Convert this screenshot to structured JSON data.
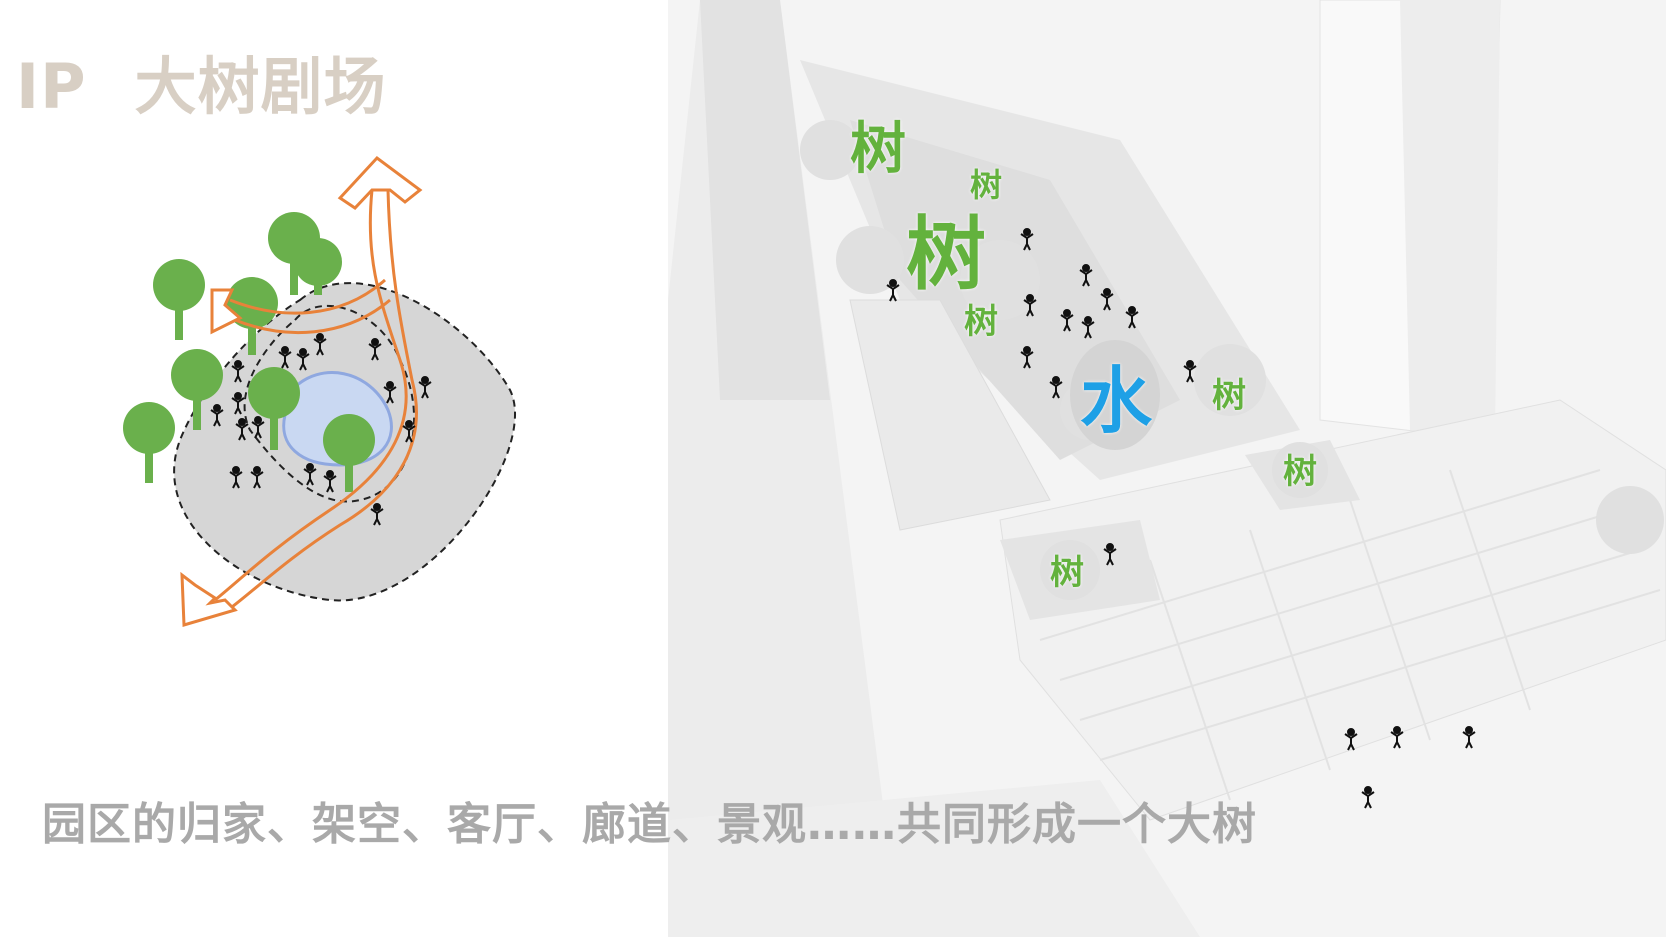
{
  "title": {
    "prefix": "IP",
    "main": "大树剧场"
  },
  "caption": "园区的归家、架空、客厅、廊道、景观……共同形成一个大树",
  "photo_labels": {
    "tree": "树",
    "water": "水"
  },
  "colors": {
    "title": "#d8cfc4",
    "caption": "#a9a9a9",
    "tree_green": "#6ab04c",
    "water_blue": "#1ea0e6",
    "path_orange": "#e8823a",
    "zone_gray": "#d6d6d6",
    "pond_fill": "#c9d8f2",
    "pond_stroke": "#8fa8e0"
  },
  "icons": [
    "tree-icon",
    "person-icon",
    "double-arrow-path",
    "pond-shape",
    "zone-boundary"
  ]
}
